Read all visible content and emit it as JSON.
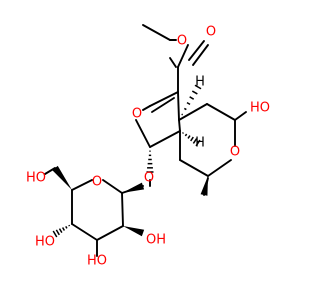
{
  "colors": {
    "background": "#ffffff",
    "bond": "#000000",
    "oxygen": "#ff0000"
  },
  "molecule": {
    "atom_labels": {
      "ester_carbonyl_o": "O",
      "ester_ether_o": "O",
      "pyran_o": "O",
      "hemiacetal_oh": "HO",
      "pyranone_o": "O",
      "glycoside_o": "O",
      "sugar_ring_o": "O",
      "ch2oh": "HO",
      "oh_c4": "HO",
      "oh_c3": "HO",
      "oh_c2": "OH",
      "h_c4a": "H",
      "h_c7a": "H"
    }
  }
}
